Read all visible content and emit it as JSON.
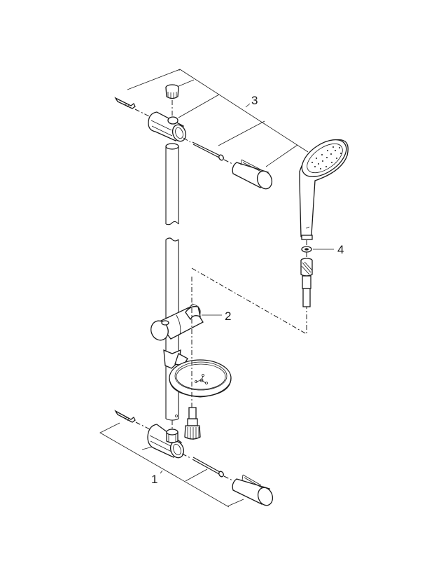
{
  "diagram": {
    "type": "exploded-view parts diagram",
    "subject": "shower rail set",
    "stroke_color": "#1a1a1a",
    "background": "#ffffff",
    "callouts": [
      {
        "id": "1",
        "label": "1",
        "part": "lower wall bracket set (bracket, dowel, screw, cover cap)"
      },
      {
        "id": "2",
        "label": "2",
        "part": "sliding hand shower holder with soap dish"
      },
      {
        "id": "3",
        "label": "3",
        "part": "upper wall bracket set (bracket, plug, dowel, screw, cover cap)"
      },
      {
        "id": "4",
        "label": "4",
        "part": "hand shower washer"
      }
    ],
    "components": [
      "upper-wall-bracket",
      "upper-plug",
      "upper-wall-dowel",
      "upper-screw",
      "upper-cover-cap",
      "shower-rail",
      "slider",
      "soap-dish",
      "hand-shower",
      "washer",
      "hose-nut",
      "lower-wall-bracket",
      "lower-wall-dowel",
      "lower-screw",
      "lower-cover-cap",
      "lower-hose-nut"
    ]
  }
}
